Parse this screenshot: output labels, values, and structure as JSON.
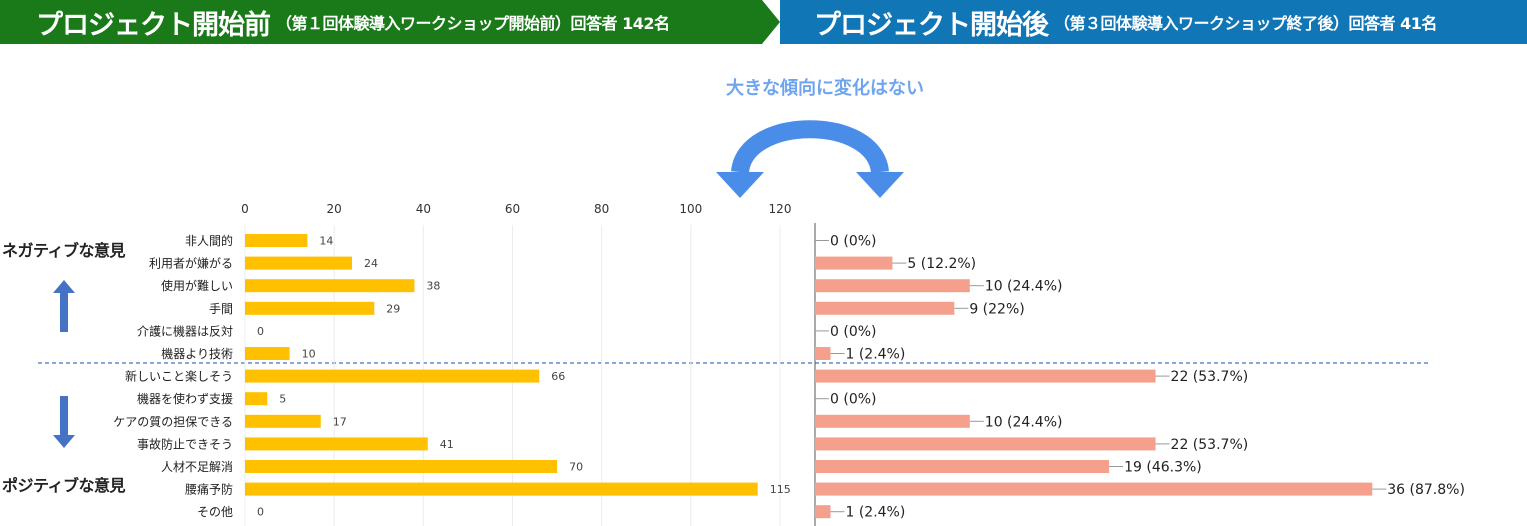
{
  "header": {
    "before_title": "プロジェクト開始前",
    "before_sub": "（第１回体験導入ワークショップ開始前）回答者 142名",
    "after_title": "プロジェクト開始後",
    "after_sub": "（第３回体験導入ワークショップ終了後）回答者 41名"
  },
  "annotation": {
    "trend": "大きな傾向に変化はない"
  },
  "groups": {
    "negative": "ネガティブな意見",
    "positive": "ポジティブな意見"
  },
  "colors": {
    "before_banner": "#1a7a1a",
    "after_banner": "#1176b6",
    "before_bar": "#ffc000",
    "after_bar": "#f4a08c",
    "arrow": "#4472c4",
    "curve_arrow": "#4a8de8"
  },
  "chart_data": [
    {
      "type": "bar",
      "orientation": "horizontal",
      "categories": [
        "非人間的",
        "利用者が嫌がる",
        "使用が難しい",
        "手間",
        "介護に機器は反対",
        "機器より技術",
        "新しいこと楽しそう",
        "機器を使わず支援",
        "ケアの質の担保できる",
        "事故防止できそう",
        "人材不足解消",
        "腰痛予防",
        "その他"
      ],
      "values": [
        14,
        24,
        38,
        29,
        0,
        10,
        66,
        5,
        17,
        41,
        70,
        115,
        0
      ],
      "xlim": [
        0,
        120
      ],
      "xticks": [
        0,
        20,
        40,
        60,
        80,
        100,
        120
      ],
      "grid": true
    },
    {
      "type": "bar",
      "orientation": "horizontal",
      "categories": [
        "非人間的",
        "利用者が嫌がる",
        "使用が難しい",
        "手間",
        "介護に機器は反対",
        "機器より技術",
        "新しいこと楽しそう",
        "機器を使わず支援",
        "ケアの質の担保できる",
        "事故防止できそう",
        "人材不足解消",
        "腰痛予防",
        "その他"
      ],
      "values": [
        0,
        5,
        10,
        9,
        0,
        1,
        22,
        0,
        10,
        22,
        19,
        36,
        1
      ],
      "labels": [
        "0 (0%)",
        "5 (12.2%)",
        "10 (24.4%)",
        "9 (22%)",
        "0 (0%)",
        "1 (2.4%)",
        "22 (53.7%)",
        "0 (0%)",
        "10 (24.4%)",
        "22 (53.7%)",
        "19 (46.3%)",
        "36 (87.8%)",
        "1 (2.4%)"
      ],
      "xlim": [
        0,
        41
      ]
    }
  ]
}
